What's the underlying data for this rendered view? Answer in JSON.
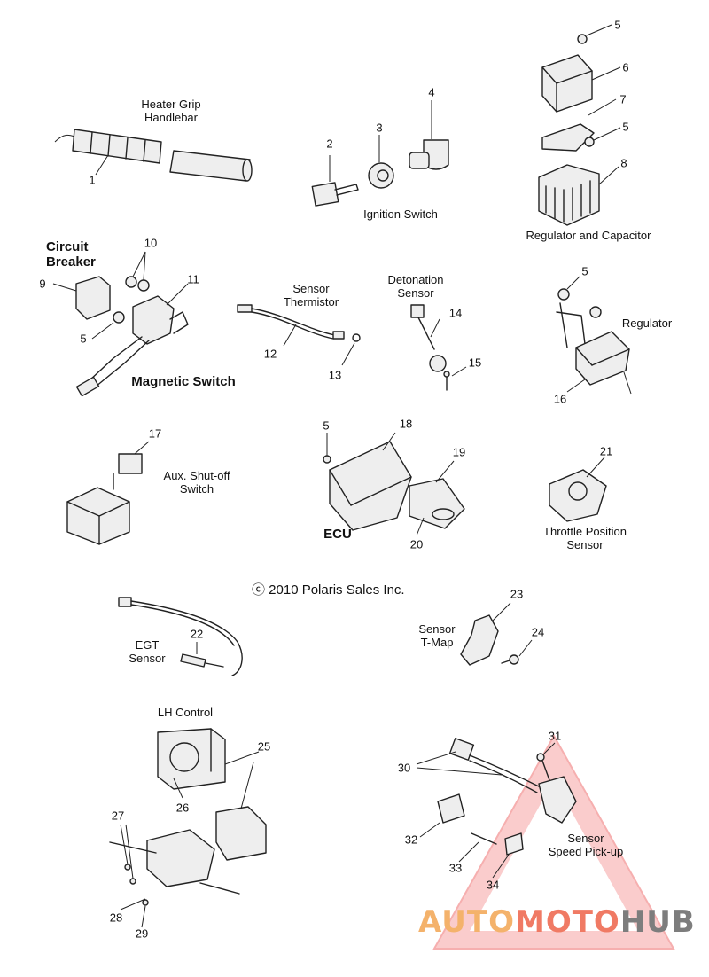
{
  "labels": {
    "heater_grip": "Heater Grip\nHandlebar",
    "ignition_switch": "Ignition Switch",
    "regulator_capacitor": "Regulator and Capacitor",
    "circuit_breaker": "Circuit\nBreaker",
    "magnetic_switch": "Magnetic Switch",
    "sensor_thermistor": "Sensor\nThermistor",
    "detonation_sensor": "Detonation\nSensor",
    "regulator": "Regulator",
    "aux_shutoff": "Aux. Shut-off\nSwitch",
    "ecu": "ECU",
    "throttle_position": "Throttle Position\nSensor",
    "copyright": "ⓒ 2010 Polaris Sales Inc.",
    "egt_sensor": "EGT\nSensor",
    "sensor_tmap": "Sensor\nT-Map",
    "lh_control": "LH Control",
    "speed_pickup": "Sensor\nSpeed Pick-up"
  },
  "callouts": [
    "1",
    "2",
    "3",
    "4",
    "5",
    "6",
    "7",
    "5",
    "8",
    "10",
    "9",
    "11",
    "5",
    "12",
    "13",
    "14",
    "15",
    "5",
    "16",
    "17",
    "5",
    "18",
    "19",
    "20",
    "21",
    "22",
    "23",
    "24",
    "25",
    "26",
    "27",
    "28",
    "29",
    "30",
    "31",
    "32",
    "33",
    "34"
  ],
  "watermark": {
    "part1": "AUTO",
    "part2": "MOTO",
    "part3": "HUB",
    "colors": {
      "orange": "#f4b26b",
      "red": "#f07a64",
      "gray": "#7d7d7d"
    }
  }
}
